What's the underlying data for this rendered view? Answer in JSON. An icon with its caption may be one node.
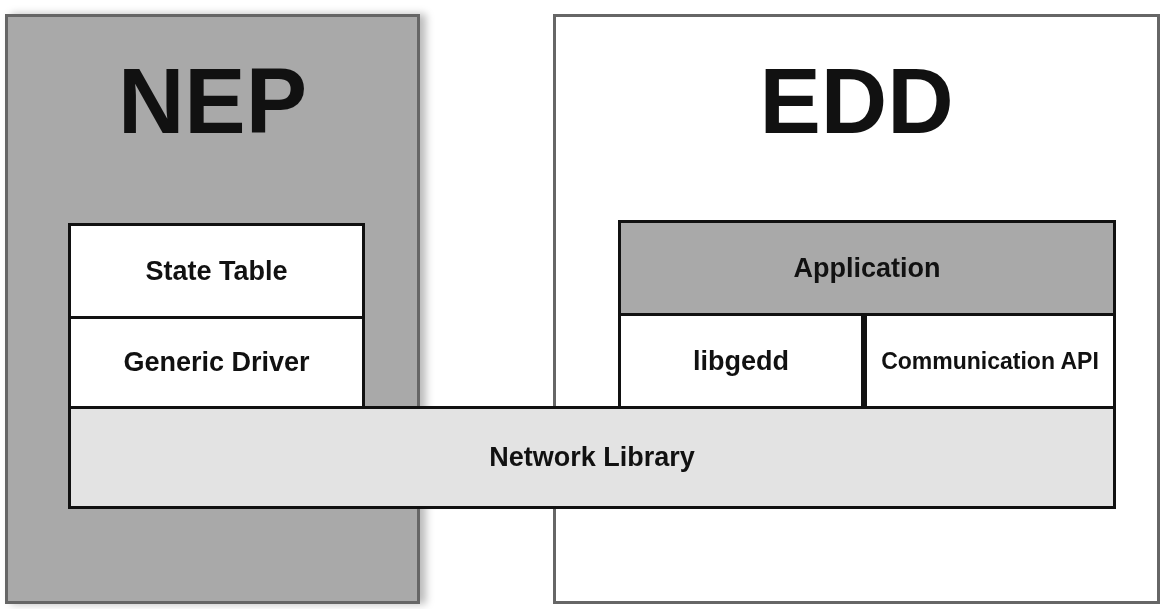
{
  "diagram": {
    "nodes": [
      {
        "text": [
          "NEP"
        ]
      },
      {
        "text": [
          "EDD"
        ]
      },
      {
        "text": [
          "State Table"
        ],
        "in": 0
      },
      {
        "text": [
          "Generic Driver"
        ],
        "in": 0
      },
      {
        "text": [
          "Application"
        ],
        "in": 1
      },
      {
        "text": [
          "libgedd"
        ],
        "in": 1
      },
      {
        "text": [
          "Communication API"
        ],
        "in": 1
      },
      {
        "text": [
          "Network Library"
        ]
      }
    ]
  }
}
